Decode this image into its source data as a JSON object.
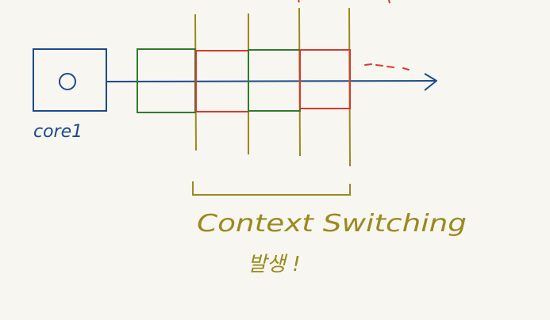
{
  "diagram": {
    "core_label": "core1",
    "caption_line1": "Context Switching",
    "caption_line2": "발생 !",
    "ellipsis": "- - - -",
    "colors": {
      "blue": "#1b4a8c",
      "green": "#2e7d2a",
      "red": "#d63a2e",
      "olive": "#9a8a1e",
      "background": "#f7f6f1"
    },
    "blocks": [
      {
        "color": "green"
      },
      {
        "color": "red"
      },
      {
        "color": "green"
      },
      {
        "color": "red"
      }
    ],
    "switch_lines": 4
  }
}
